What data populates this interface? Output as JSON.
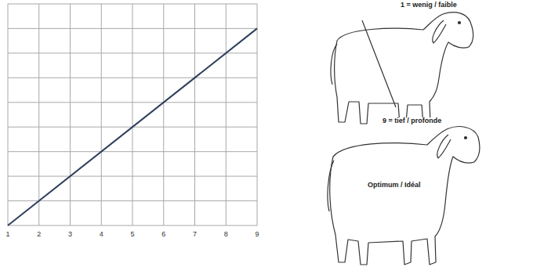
{
  "diagram": {
    "labels": [
      "1",
      "2",
      "3",
      "4",
      "5",
      "6",
      "7",
      "8",
      "9",
      "1 = wenig / faible",
      "9 = tief / profonde",
      "Optimum / Idéal"
    ]
  }
}
